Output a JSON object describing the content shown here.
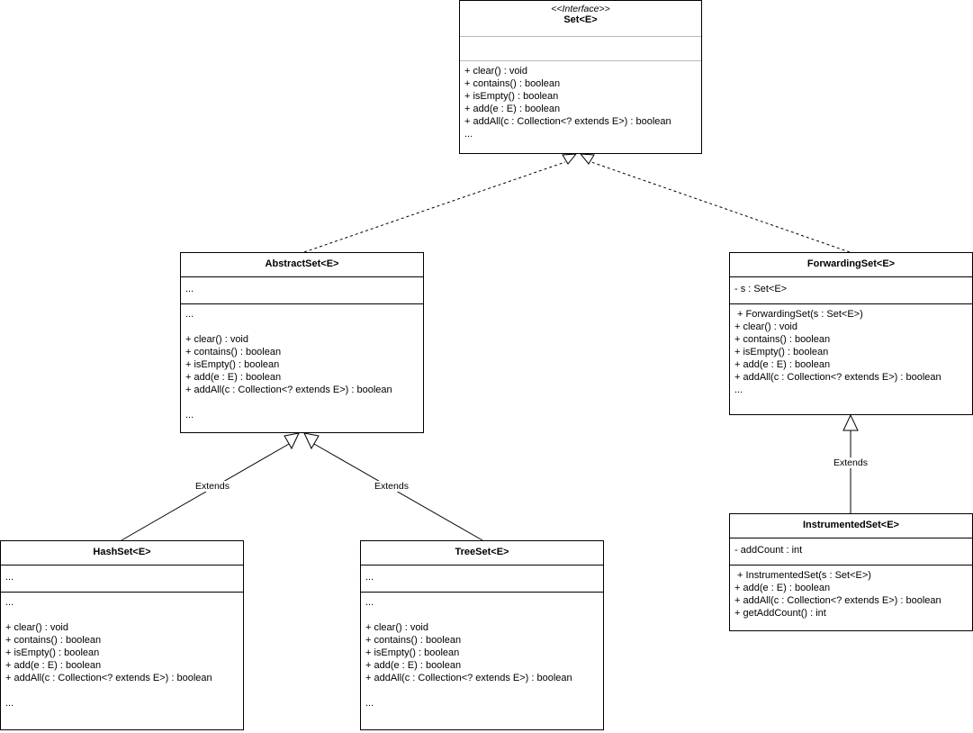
{
  "classes": {
    "set": {
      "stereotype": "<<Interface>>",
      "name": "Set<E>",
      "attributes": [],
      "methods": [
        "+ clear() : void",
        "+ contains() : boolean",
        "+ isEmpty() : boolean",
        "+ add(e : E) : boolean",
        "+ addAll(c : Collection<? extends E>) : boolean",
        "..."
      ]
    },
    "abstract_set": {
      "name": "AbstractSet<E>",
      "attributes": [
        "..."
      ],
      "methods": [
        "...",
        "",
        "+ clear() : void",
        "+ contains() : boolean",
        "+ isEmpty() : boolean",
        "+ add(e : E) : boolean",
        "+ addAll(c : Collection<? extends E>) : boolean",
        "",
        "..."
      ]
    },
    "forwarding_set": {
      "name": "ForwardingSet<E>",
      "attributes": [
        "- s : Set<E>"
      ],
      "methods": [
        " + ForwardingSet(s : Set<E>)",
        "+ clear() : void",
        "+ contains() : boolean",
        "+ isEmpty() : boolean",
        "+ add(e : E) : boolean",
        "+ addAll(c : Collection<? extends E>) : boolean",
        "..."
      ]
    },
    "hash_set": {
      "name": "HashSet<E>",
      "attributes": [
        "..."
      ],
      "methods": [
        "...",
        "",
        "+ clear() : void",
        "+ contains() : boolean",
        "+ isEmpty() : boolean",
        "+ add(e : E) : boolean",
        "+ addAll(c : Collection<? extends E>) : boolean",
        "",
        "..."
      ]
    },
    "tree_set": {
      "name": "TreeSet<E>",
      "attributes": [
        "..."
      ],
      "methods": [
        "...",
        "",
        "+ clear() : void",
        "+ contains() : boolean",
        "+ isEmpty() : boolean",
        "+ add(e : E) : boolean",
        "+ addAll(c : Collection<? extends E>) : boolean",
        "",
        "..."
      ]
    },
    "instrumented_set": {
      "name": "InstrumentedSet<E>",
      "attributes": [
        "- addCount : int"
      ],
      "methods": [
        " + InstrumentedSet(s : Set<E>)",
        "+ add(e : E) : boolean",
        "+ addAll(c : Collection<? extends E>) : boolean",
        "+ getAddCount() : int"
      ]
    }
  },
  "relations": [
    {
      "from": "abstract_set",
      "to": "set",
      "kind": "realization",
      "label": ""
    },
    {
      "from": "forwarding_set",
      "to": "set",
      "kind": "realization",
      "label": ""
    },
    {
      "from": "hash_set",
      "to": "abstract_set",
      "kind": "generalization",
      "label": "Extends"
    },
    {
      "from": "tree_set",
      "to": "abstract_set",
      "kind": "generalization",
      "label": "Extends"
    },
    {
      "from": "instrumented_set",
      "to": "forwarding_set",
      "kind": "generalization",
      "label": "Extends"
    }
  ]
}
